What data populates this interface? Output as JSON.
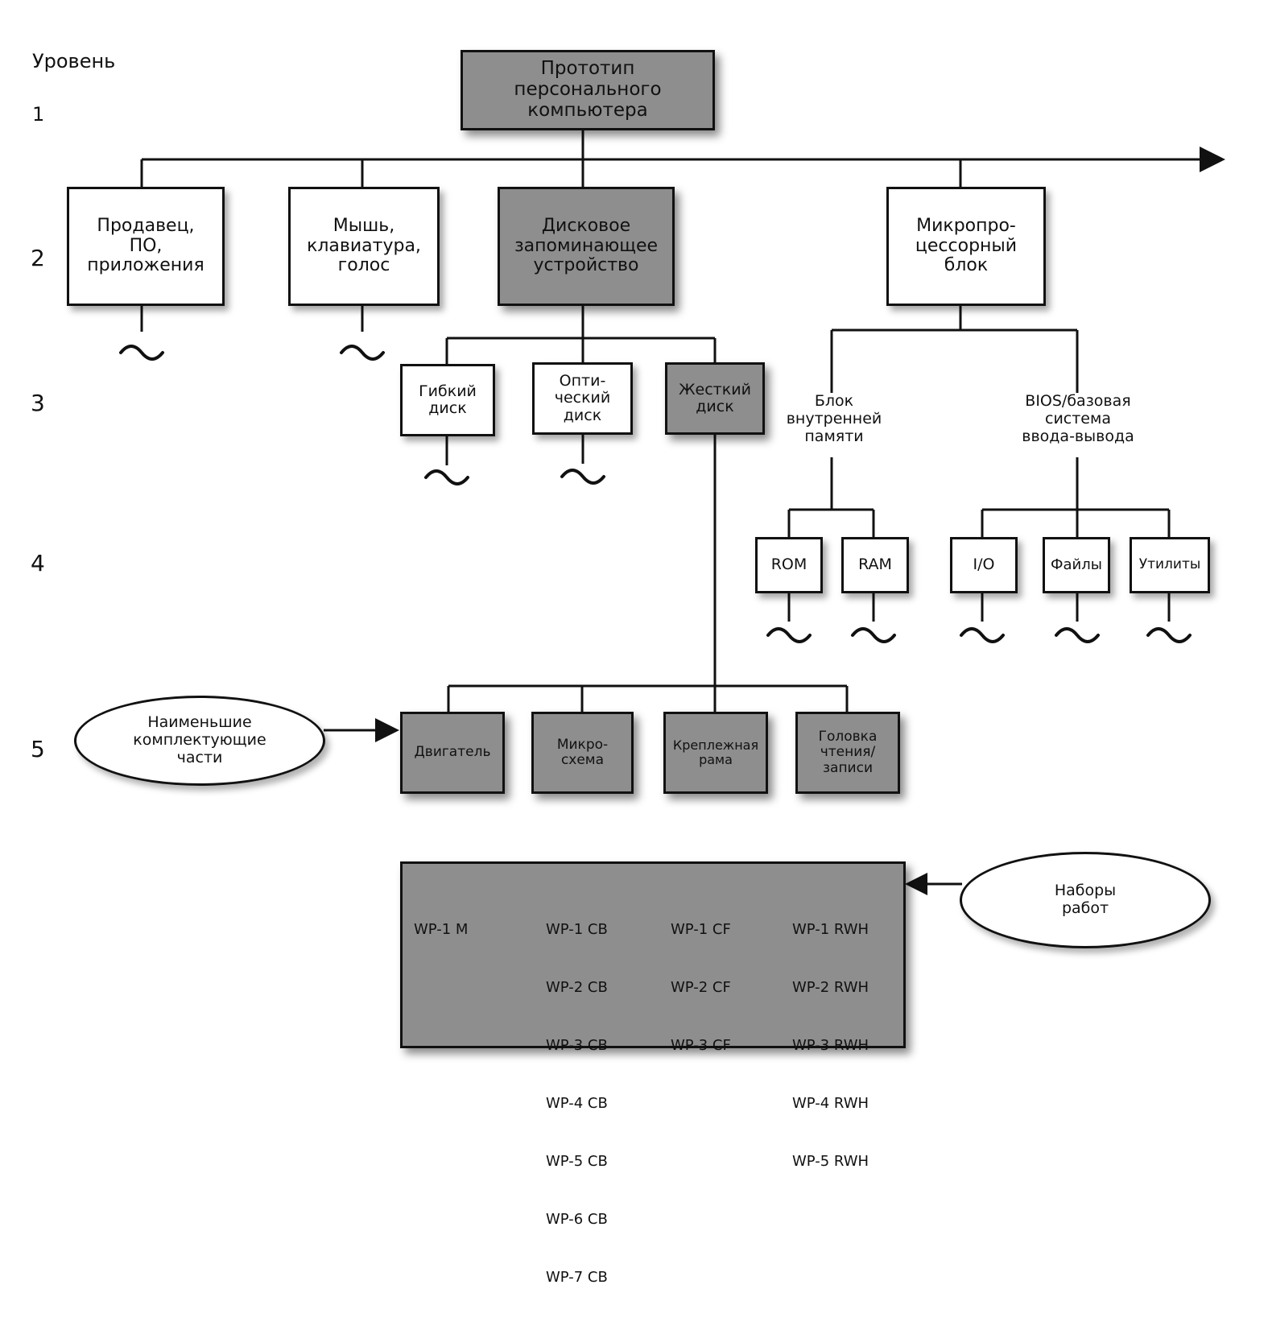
{
  "diagram": {
    "levels_title": "Уровень",
    "levels": [
      "1",
      "2",
      "3",
      "4",
      "5"
    ],
    "root": "Прототип\nперсонального\nкомпьютера",
    "level2": {
      "seller": "Продавец,\nПО,\nприложения",
      "input": "Мышь,\nклавиатура,\nголос",
      "disk_storage": "Дисковое\nзапоминающее\nустройство",
      "cpu_block": "Микропро-\nцессорный\nблок"
    },
    "level3": {
      "floppy": "Гибкий\nдиск",
      "optical": "Опти-\nческий\nдиск",
      "hard_disk": "Жесткий\nдиск",
      "internal_memory": "Блок\nвнутренней\nпамяти",
      "bios": "BIOS/базовая\nсистема\nввода-вывода"
    },
    "level4": {
      "rom": "ROM",
      "ram": "RAM",
      "io": "I/O",
      "files": "Файлы",
      "utilities": "Утилиты"
    },
    "level5": {
      "motor": "Двигатель",
      "chip": "Микро-\nсхема",
      "frame": "Креплежная\nрама",
      "head": "Головка\nчтения/\nзаписи"
    },
    "smallest_parts_label": "Наименьшие\nкомплектующие\nчасти",
    "work_packages_label": "Наборы\nработ",
    "continuation_symbol": "~",
    "work_packages": {
      "m": [
        "WP-1 M"
      ],
      "cb": [
        "WP-1 CB",
        "WP-2 CB",
        "WP-3 CB",
        "WP-4 CB",
        "WP-5 CB",
        "WP-6 CB",
        "WP-7 CB"
      ],
      "cf": [
        "WP-1 CF",
        "WP-2 CF",
        "WP-3 CF"
      ],
      "rwh": [
        "WP-1 RWH",
        "WP-2 RWH",
        "WP-3 RWH",
        "WP-4 RWH",
        "WP-5 RWH"
      ]
    }
  }
}
